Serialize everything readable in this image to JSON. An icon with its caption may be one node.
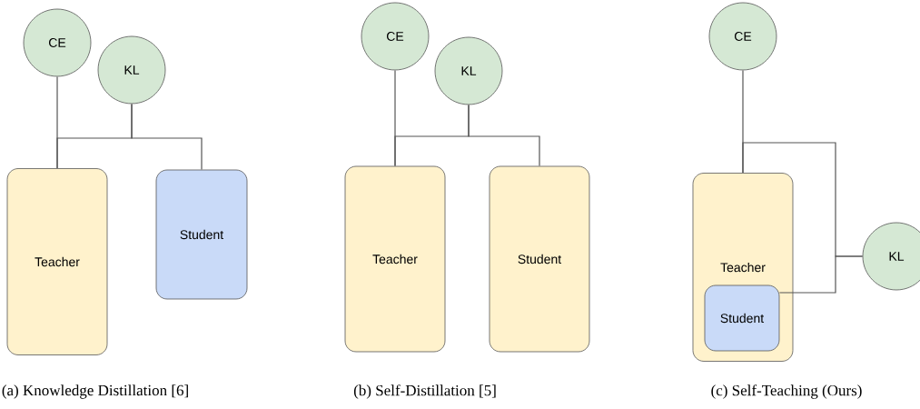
{
  "diagram": {
    "nodes": [
      {
        "text": [
          "CE"
        ]
      },
      {
        "text": [
          "KL"
        ]
      },
      {
        "text": [
          "Teacher"
        ]
      },
      {
        "text": [
          "Student"
        ]
      },
      {
        "text": [
          "CE"
        ]
      },
      {
        "text": [
          "KL"
        ]
      },
      {
        "text": [
          "Teacher"
        ]
      },
      {
        "text": [
          "Student"
        ]
      },
      {
        "text": [
          "CE"
        ]
      },
      {
        "text": [
          "Teacher"
        ]
      },
      {
        "text": [
          "Student"
        ],
        "in": 9
      },
      {
        "text": [
          "KL"
        ]
      }
    ],
    "edges": [
      {
        "from": 0,
        "to": 2,
        "arrow": "none"
      },
      {
        "from": 1,
        "to": 2,
        "arrow": "none"
      },
      {
        "from": 1,
        "to": 3,
        "arrow": "none"
      },
      {
        "from": 4,
        "to": 6,
        "arrow": "none"
      },
      {
        "from": 5,
        "to": 6,
        "arrow": "none"
      },
      {
        "from": 5,
        "to": 7,
        "arrow": "none"
      },
      {
        "from": 8,
        "to": 9,
        "arrow": "none"
      },
      {
        "from": 11,
        "to": 9,
        "arrow": "none"
      },
      {
        "from": 11,
        "to": 10,
        "arrow": "none"
      }
    ],
    "labels": [
      "(a) Knowledge Distillation [6]",
      "(b) Self-Distillation [5]",
      "(c) Self-Teaching (Ours)"
    ]
  }
}
